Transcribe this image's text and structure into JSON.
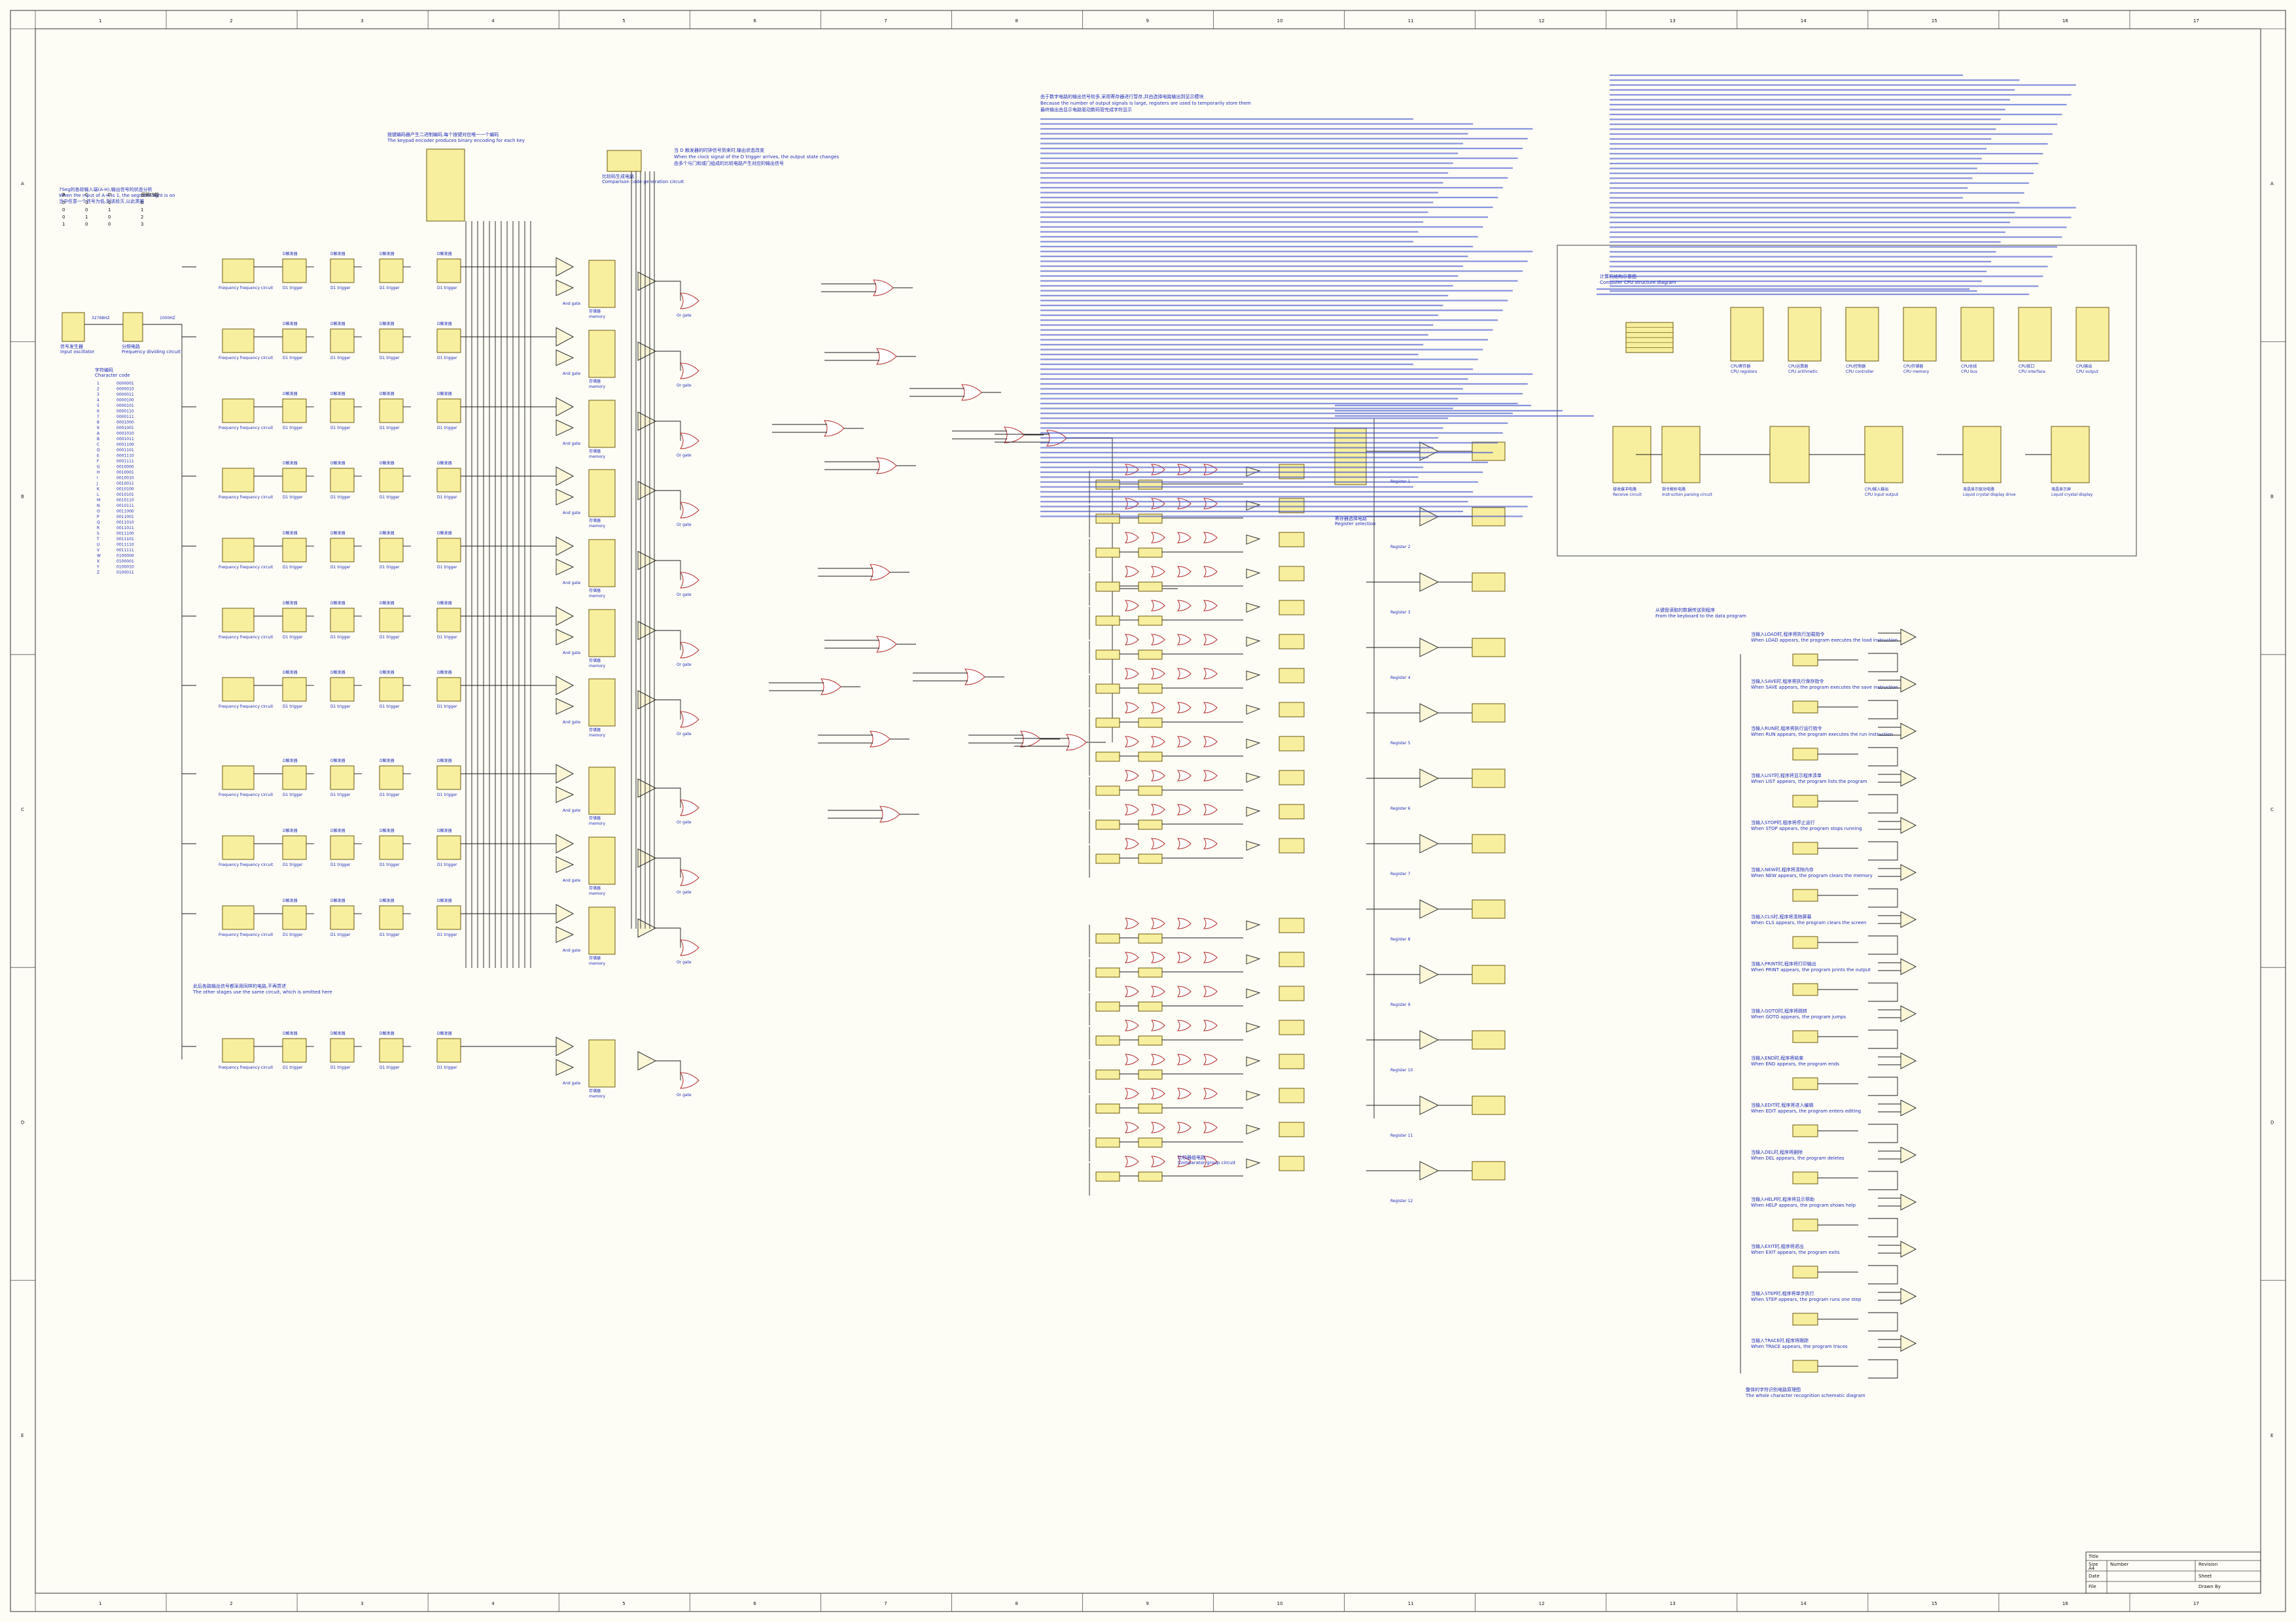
{
  "sheet": {
    "columns": [
      "1",
      "2",
      "3",
      "4",
      "5",
      "6",
      "7",
      "8",
      "9",
      "10",
      "11",
      "12",
      "13",
      "14",
      "15",
      "16",
      "17"
    ],
    "rows": [
      "A",
      "B",
      "C",
      "D",
      "E"
    ]
  },
  "left_section": {
    "notes": [
      "7Seg的各段输入端(A-H),输出信号的状态分析",
      "When the input of A-H is 1, the segment light is on",
      "当中任意一个信号为低,则该段灭,以此类推"
    ],
    "truth_table_header": [
      "B",
      "C",
      "D",
      "逻辑功能"
    ],
    "truth_table_rows": [
      [
        "0",
        "0",
        "0",
        "0"
      ],
      [
        "0",
        "0",
        "1",
        "1"
      ],
      [
        "0",
        "1",
        "0",
        "2"
      ],
      [
        "1",
        "0",
        "0",
        "3"
      ]
    ],
    "input_block": {
      "label_cn": "信号发生器",
      "label_en": "Input oscillator"
    },
    "divider_block": {
      "label_cn": "分频电路",
      "label_en": "Frequency dividing circuit"
    },
    "freq1": "32768HZ",
    "freq2": "1000HZ",
    "list_heading_cn": "字符编码",
    "list_heading_en": "Character code",
    "code_list": [
      "1",
      "2",
      "3",
      "4",
      "5",
      "6",
      "7",
      "8",
      "9",
      "A",
      "B",
      "C",
      "D",
      "E",
      "F",
      "G",
      "H",
      "I",
      "J",
      "K",
      "L",
      "M",
      "N",
      "O",
      "P",
      "Q",
      "R",
      "S",
      "T",
      "U",
      "V",
      "W",
      "X",
      "Y",
      "Z"
    ],
    "stage_labels": {
      "freq": "Frequency frequency circuit",
      "trigger_cn": "D触发器",
      "trigger_en": "D1 trigger",
      "memory_cn": "存储器",
      "memory_en": "memory",
      "and_gate": "And gate",
      "or_gate": "Or gate"
    },
    "bottom_note_cn": "此后各路输出信号都采用同样的电路,不再赘述",
    "bottom_note_en": "The other stages use the same circuit, which is omitted here"
  },
  "top_blocks": {
    "keyboard_block": {
      "label_cn": "按键编码器产生二进制编码,每个按键对应唯一一个编码",
      "label_en": "The keypad encoder produces binary encoding for each key"
    },
    "compare_block": {
      "label_cn": "比较码生成电路",
      "label_en": "Comparison code generation circuit"
    }
  },
  "middle_section": {
    "notes": [
      "当 D 触发器的时钟信号到来时,输出状态改变",
      "When the clock signal of the D trigger arrives, the output state changes",
      "由多个与门和或门组成的比较电路产生对应的输出信号"
    ],
    "register_block": {
      "label_cn": "寄存器选择电路",
      "label_en": "Register selection"
    },
    "register_items": [
      "Register 1",
      "Register 2",
      "Register 3",
      "Register 4",
      "Register 5",
      "Register 6",
      "Register 7",
      "Register 8",
      "Register 9",
      "Register 10",
      "Register 11",
      "Register 12"
    ],
    "bottom_caption_cn": "比较器组电路",
    "bottom_caption_en": "Comparator group circuit"
  },
  "right_top": {
    "notes": [
      "由于数字电路的输出信号较多,采用寄存器进行暂存,并由选择电路输出到显示模块",
      "Because the number of output signals is large, registers are used to temporarily store them",
      "最终输出由显示电路驱动数码管完成字符显示"
    ],
    "cpu_section_title_cn": "计算机结构示意图",
    "cpu_section_title_en": "Computer CPU structure diagram",
    "cpu_blocks": [
      {
        "cn": "CPU寄存器",
        "en": "CPU registers"
      },
      {
        "cn": "CPU运算器",
        "en": "CPU arithmetic"
      },
      {
        "cn": "CPU控制器",
        "en": "CPU controller"
      },
      {
        "cn": "CPU存储器",
        "en": "CPU memory"
      },
      {
        "cn": "CPU总线",
        "en": "CPU bus"
      },
      {
        "cn": "CPU接口",
        "en": "CPU interface"
      },
      {
        "cn": "CPU输出",
        "en": "CPU output"
      }
    ],
    "flow_blocks": [
      {
        "cn": "接收缓冲电路",
        "en": "Receive circuit"
      },
      {
        "cn": "指令解析电路",
        "en": "Instruction parsing circuit"
      },
      {
        "cn": "CPU输入输出",
        "en": "CPU input output"
      },
      {
        "cn": "液晶显示驱动电路",
        "en": "Liquid crystal display drive"
      },
      {
        "cn": "液晶显示屏",
        "en": "Liquid crystal display"
      }
    ]
  },
  "right_lower": {
    "title_cn": "从键盘读取的数据传送到程序",
    "title_en": "From the keyboard to the data program",
    "commands": [
      {
        "cn": "当输入LOAD时,程序将执行加载指令",
        "en": "When LOAD appears, the program executes the load instruction"
      },
      {
        "cn": "当输入SAVE时,程序将执行保存指令",
        "en": "When SAVE appears, the program executes the save instruction"
      },
      {
        "cn": "当输入RUN时,程序将执行运行指令",
        "en": "When RUN appears, the program executes the run instruction"
      },
      {
        "cn": "当输入LIST时,程序将显示程序清单",
        "en": "When LIST appears, the program lists the program"
      },
      {
        "cn": "当输入STOP时,程序将停止运行",
        "en": "When STOP appears, the program stops running"
      },
      {
        "cn": "当输入NEW时,程序将清除内存",
        "en": "When NEW appears, the program clears the memory"
      },
      {
        "cn": "当输入CLS时,程序将清除屏幕",
        "en": "When CLS appears, the program clears the screen"
      },
      {
        "cn": "当输入PRINT时,程序将打印输出",
        "en": "When PRINT appears, the program prints the output"
      },
      {
        "cn": "当输入GOTO时,程序将跳转",
        "en": "When GOTO appears, the program jumps"
      },
      {
        "cn": "当输入END时,程序将结束",
        "en": "When END appears, the program ends"
      },
      {
        "cn": "当输入EDIT时,程序将进入编辑",
        "en": "When EDIT appears, the program enters editing"
      },
      {
        "cn": "当输入DEL时,程序将删除",
        "en": "When DEL appears, the program deletes"
      },
      {
        "cn": "当输入HELP时,程序将显示帮助",
        "en": "When HELP appears, the program shows help"
      },
      {
        "cn": "当输入EXIT时,程序将退出",
        "en": "When EXIT appears, the program exits"
      },
      {
        "cn": "当输入STEP时,程序将单步执行",
        "en": "When STEP appears, the program runs one step"
      },
      {
        "cn": "当输入TRACE时,程序将跟踪",
        "en": "When TRACE appears, the program traces"
      }
    ],
    "footer_cn": "整体的字符识别电路原理图",
    "footer_en": "The whole character recognition schematic diagram"
  },
  "title_block": {
    "title_label": "Title",
    "size_label": "Size",
    "size_value": "A4",
    "number_label": "Number",
    "revision_label": "Revision",
    "date_label": "Date",
    "file_label": "File",
    "sheet_label": "Sheet",
    "drawn_label": "Drawn By"
  }
}
